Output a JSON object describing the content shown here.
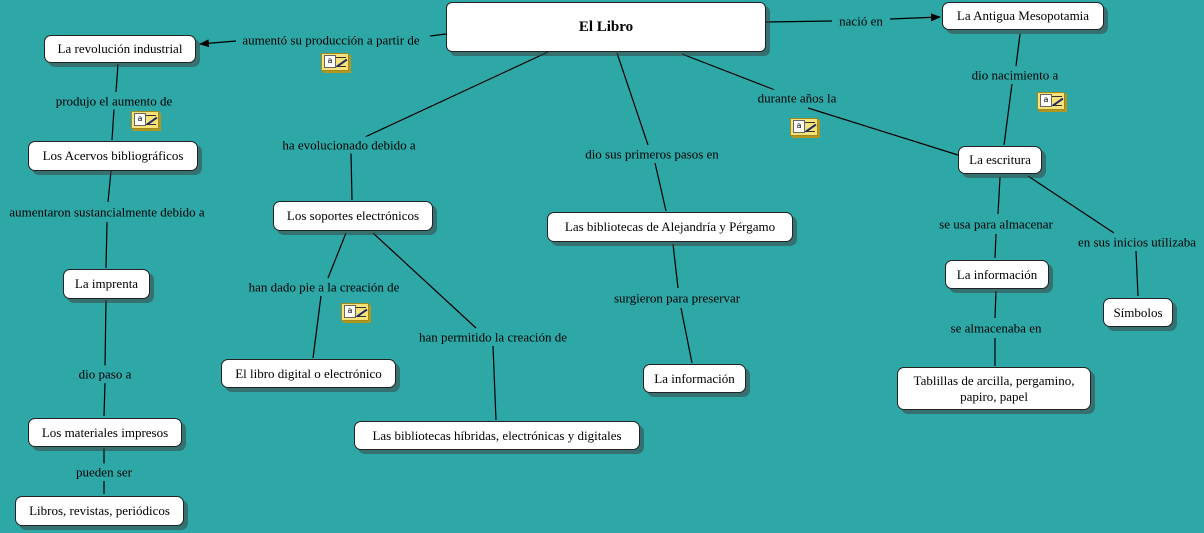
{
  "map": {
    "nodes": {
      "el_libro": "El Libro",
      "revolucion_industrial": "La revolución industrial",
      "antigua_mesopotamia": "La Antigua Mesopotamia",
      "acervos": "Los Acervos bibliográficos",
      "soportes": "Los soportes electrónicos",
      "alejandria": "Las bibliotecas de Alejandría y Pérgamo",
      "escritura": "La escritura",
      "imprenta": "La imprenta",
      "informacion_1": "La información",
      "informacion_2": "La información",
      "simbolos": "Símbolos",
      "libro_digital": "El libro digital o electrónico",
      "materiales": "Los materiales impresos",
      "hibridas": "Las bibliotecas híbridas, electrónicas y digitales",
      "libros_revistas": "Libros, revistas, periódicos",
      "tablillas": "Tablillas de arcilla, pergamino, papiro, papel"
    },
    "links": {
      "aumento_produccion": "aumentó su producción a partir de",
      "nacio_en": "nació en",
      "produjo_aumento": "produjo el aumento de",
      "dio_nacimiento": "dio nacimiento a",
      "durante_anos": "durante años la",
      "ha_evolucionado": "ha evolucionado debido a",
      "primeros_pasos": "dio sus primeros pasos en",
      "aumentaron": "aumentaron sustancialmente debido a",
      "usa_almacenar": "se usa para almacenar",
      "inicios_utilizaba": "en sus inicios utilizaba",
      "dado_pie": "han dado pie a la creación de",
      "surgieron": "surgieron para preservar",
      "permitido": "han permitido la creación de",
      "se_almacenaba": "se almacenaba en",
      "dio_paso": "dio paso a",
      "pueden_ser": "pueden ser"
    },
    "annotation_icon": "text-annotation-icon",
    "colors": {
      "background": "#2ea7a7",
      "node_fill": "#ffffff",
      "line": "#000000",
      "annotation": "#f7e27a"
    }
  }
}
